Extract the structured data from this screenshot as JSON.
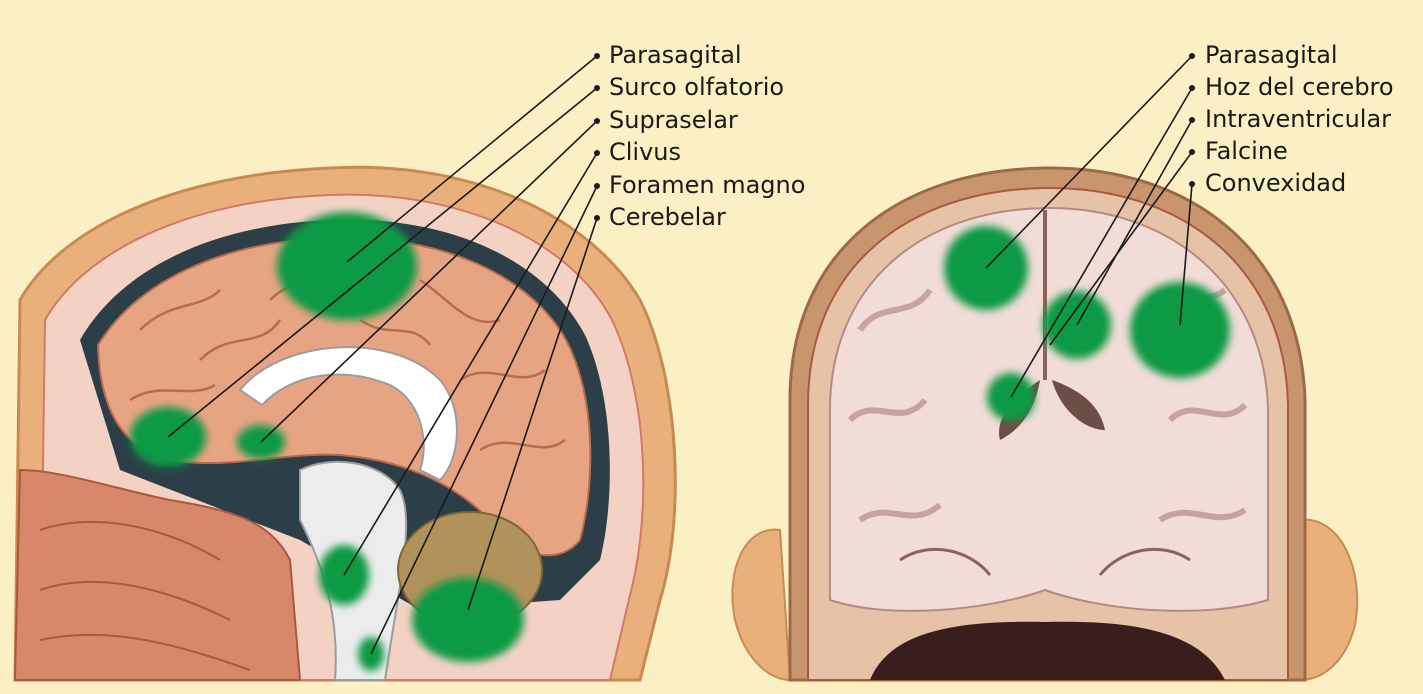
{
  "sagittal": {
    "labels": [
      "Parasagital",
      "Surco olfatorio",
      "Supraselar",
      "Clivus",
      "Foramen magno",
      "Cerebelar"
    ]
  },
  "coronal": {
    "labels": [
      "Parasagital",
      "Hoz del cerebro",
      "Intraventricular",
      "Falcine",
      "Convexidad"
    ]
  },
  "colors": {
    "background": "#fbefc4",
    "tumor": "#0f9a45",
    "brain": "#e7a482",
    "skin": "#e9b07c",
    "coronal_brain": "#f1dcd6"
  }
}
